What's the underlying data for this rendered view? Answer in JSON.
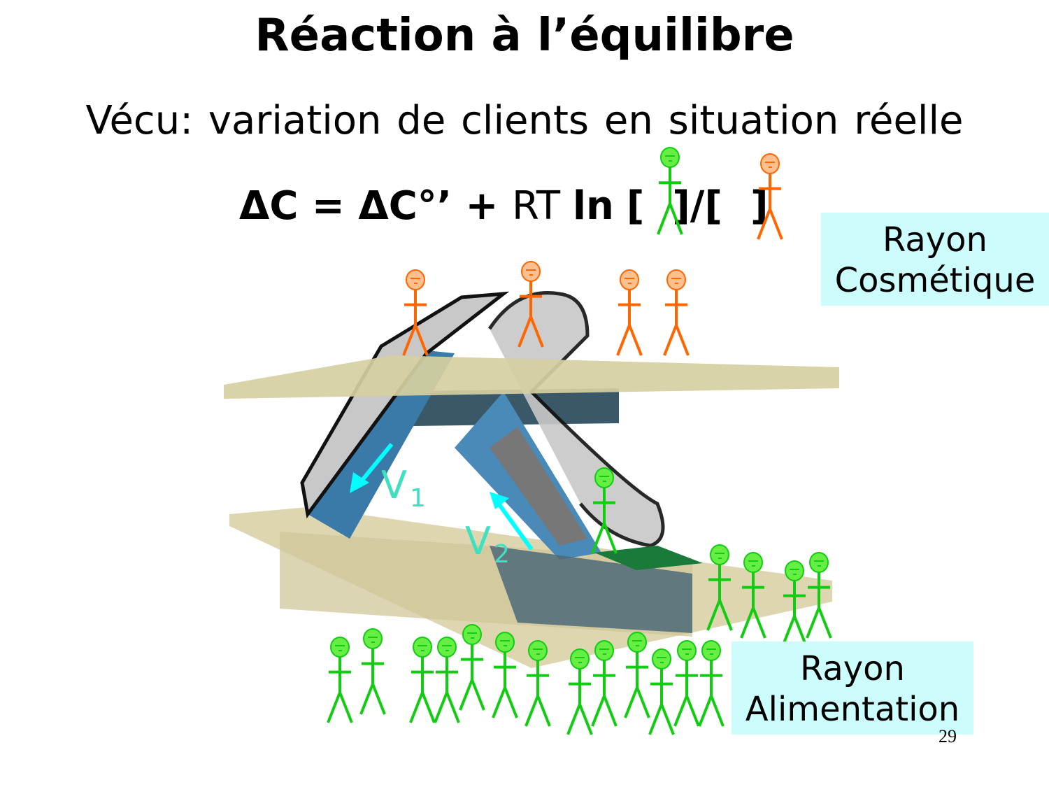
{
  "slide": {
    "title": "Réaction à l’équilibre",
    "subtitle": "Vécu: variation de clients en situation réelle",
    "formula": {
      "part1": "ΔC = ΔC°’ + ",
      "part2": "RT ",
      "part3": "ln",
      "bracket_open": "[",
      "bracket_close_slash": "]/[",
      "bracket_close": "]"
    },
    "labels": {
      "cosmetique": [
        "Rayon",
        "Cosmétique"
      ],
      "alimentation": [
        "Rayon",
        "Alimentation"
      ],
      "v1": "V",
      "v1_sub": "1",
      "v2": "V",
      "v2_sub": "2"
    },
    "page_number": "29"
  },
  "colors": {
    "product_figure": "#ff6600",
    "reactant_figure": "#11cc11",
    "label_box": "#ccfcfc",
    "arrow": "#00ffff"
  },
  "icons": [
    "orange-stick-figure",
    "green-stick-figure",
    "escalator-illustration"
  ]
}
